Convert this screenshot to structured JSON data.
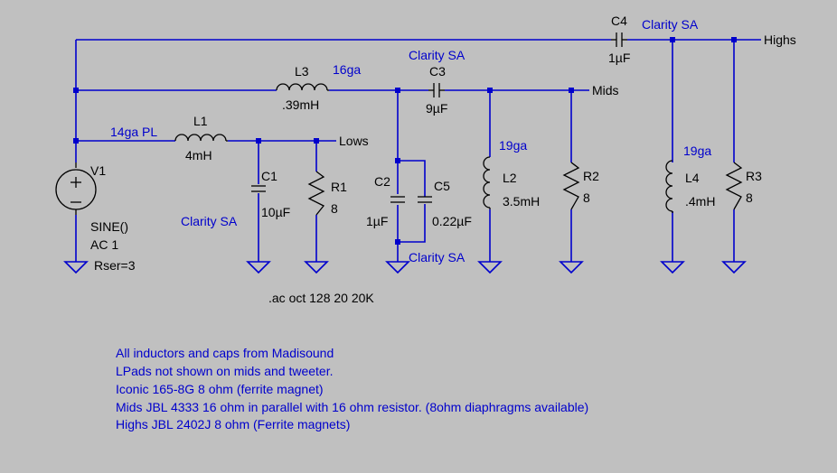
{
  "components": {
    "L1": {
      "ref": "L1",
      "value": "4mH"
    },
    "L2": {
      "ref": "L2",
      "value": "3.5mH"
    },
    "L3": {
      "ref": "L3",
      "value": ".39mH"
    },
    "L4": {
      "ref": "L4",
      "value": ".4mH"
    },
    "C1": {
      "ref": "C1",
      "value": "10µF"
    },
    "C2": {
      "ref": "C2",
      "value": "1µF"
    },
    "C3": {
      "ref": "C3",
      "value": "9µF"
    },
    "C4": {
      "ref": "C4",
      "value": "1µF"
    },
    "C5": {
      "ref": "C5",
      "value": "0.22µF"
    },
    "R1": {
      "ref": "R1",
      "value": "8"
    },
    "R2": {
      "ref": "R2",
      "value": "8"
    },
    "R3": {
      "ref": "R3",
      "value": "8"
    },
    "V1": {
      "ref": "V1",
      "line1": "SINE()",
      "line2": "AC 1",
      "line3": "Rser=3"
    }
  },
  "nets": {
    "highs": "Highs",
    "mids": "Mids",
    "lows": "Lows"
  },
  "annotations": {
    "l1_wire": "14ga PL",
    "l3_wire": "16ga",
    "l2_wire": "19ga",
    "l4_wire": "19ga",
    "c1_type": "Clarity SA",
    "c3_type": "Clarity SA",
    "c4_type": "Clarity SA",
    "c2c5_type": "Clarity SA"
  },
  "directive": ".ac oct 128 20 20K",
  "notes": [
    "All inductors and caps from Madisound",
    "LPads not shown on mids and tweeter.",
    "Iconic 165-8G 8 ohm (ferrite magnet)",
    "Mids JBL 4333 16 ohm in parallel with 16 ohm resistor. (8ohm diaphragms available)",
    "Highs JBL 2402J 8 ohm (Ferrite magnets)"
  ]
}
